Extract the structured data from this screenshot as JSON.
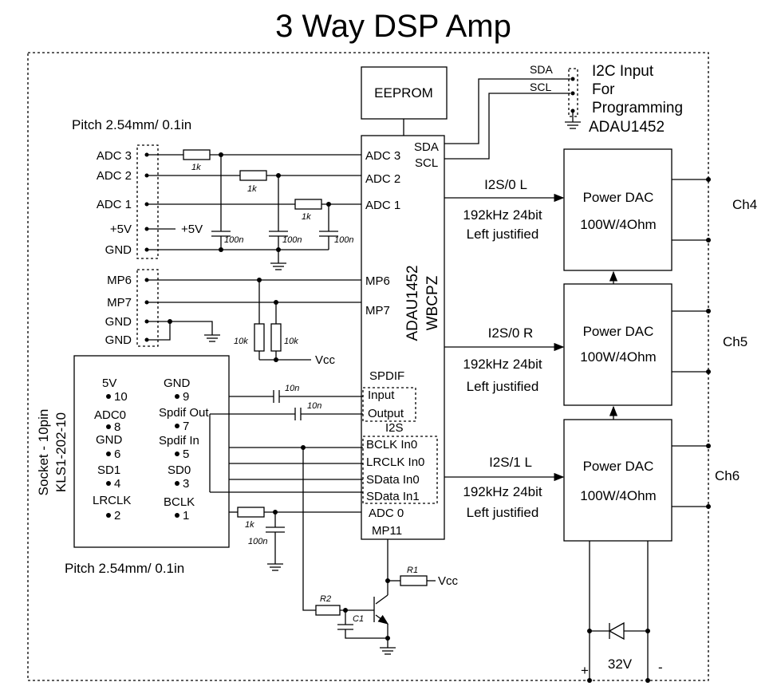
{
  "title": "3 Way DSP Amp",
  "eeprom": "EEPROM",
  "i2c": {
    "sda": "SDA",
    "scl": "SCL",
    "label_lines": [
      "I2C Input",
      "For",
      "Programming",
      "ADAU1452"
    ]
  },
  "pitch_top": "Pitch 2.54mm/ 0.1in",
  "pitch_bottom": "Pitch 2.54mm/ 0.1in",
  "header_top": {
    "pins": [
      "ADC 3",
      "ADC 2",
      "ADC 1",
      "+5V",
      "GND"
    ]
  },
  "header_mp": {
    "pins": [
      "MP6",
      "MP7",
      "GND",
      "GND"
    ]
  },
  "components": {
    "r_adc3": "1k",
    "r_adc2": "1k",
    "r_adc1": "1k",
    "r_adc0": "1k",
    "c1": "100n",
    "c2": "100n",
    "c3": "100n",
    "c_adc0": "100n",
    "c_spdif_in": "10n",
    "c_spdif_out": "10n",
    "r_mp6": "10k",
    "r_mp7": "10k",
    "plus5v": "+5V",
    "vcc_mp": "Vcc",
    "r1": "R1",
    "r2": "R2",
    "c_tr": "C1",
    "vcc_tr": "Vcc"
  },
  "chip": {
    "name_lines": [
      "ADAU1452",
      "WBCPZ"
    ],
    "pins_left": [
      "ADC 3",
      "ADC 2",
      "ADC 1",
      "MP6",
      "MP7",
      "SPDIF",
      "Input",
      "Output",
      "I2S",
      "BCLK In0",
      "LRCLK In0",
      "SData In0",
      "SData In1",
      "ADC 0",
      "MP11"
    ],
    "pins_right": [
      "SDA",
      "SCL"
    ]
  },
  "socket": {
    "label_lines": [
      "Socket - 10pin",
      "KLS1-202-10"
    ],
    "pins": [
      {
        "name": "5V",
        "num": "10"
      },
      {
        "name": "GND",
        "num": "9"
      },
      {
        "name": "ADC0",
        "num": "8"
      },
      {
        "name": "Spdif Out",
        "num": "7"
      },
      {
        "name": "GND",
        "num": "6"
      },
      {
        "name": "Spdif In",
        "num": "5"
      },
      {
        "name": "SD1",
        "num": "4"
      },
      {
        "name": "SD0",
        "num": "3"
      },
      {
        "name": "LRCLK",
        "num": "2"
      },
      {
        "name": "BCLK",
        "num": "1"
      }
    ]
  },
  "channels": [
    {
      "bus": "I2S/0 L",
      "line1": "192kHz 24bit",
      "line2": "Left justified",
      "dac": "Power DAC",
      "rating": "100W/4Ohm",
      "ch": "Ch4"
    },
    {
      "bus": "I2S/0 R",
      "line1": "192kHz 24bit",
      "line2": "Left justified",
      "dac": "Power DAC",
      "rating": "100W/4Ohm",
      "ch": "Ch5"
    },
    {
      "bus": "I2S/1 L",
      "line1": "192kHz 24bit",
      "line2": "Left justified",
      "dac": "Power DAC",
      "rating": "100W/4Ohm",
      "ch": "Ch6"
    }
  ],
  "power": {
    "voltage": "32V",
    "plus": "+",
    "minus": "-"
  }
}
